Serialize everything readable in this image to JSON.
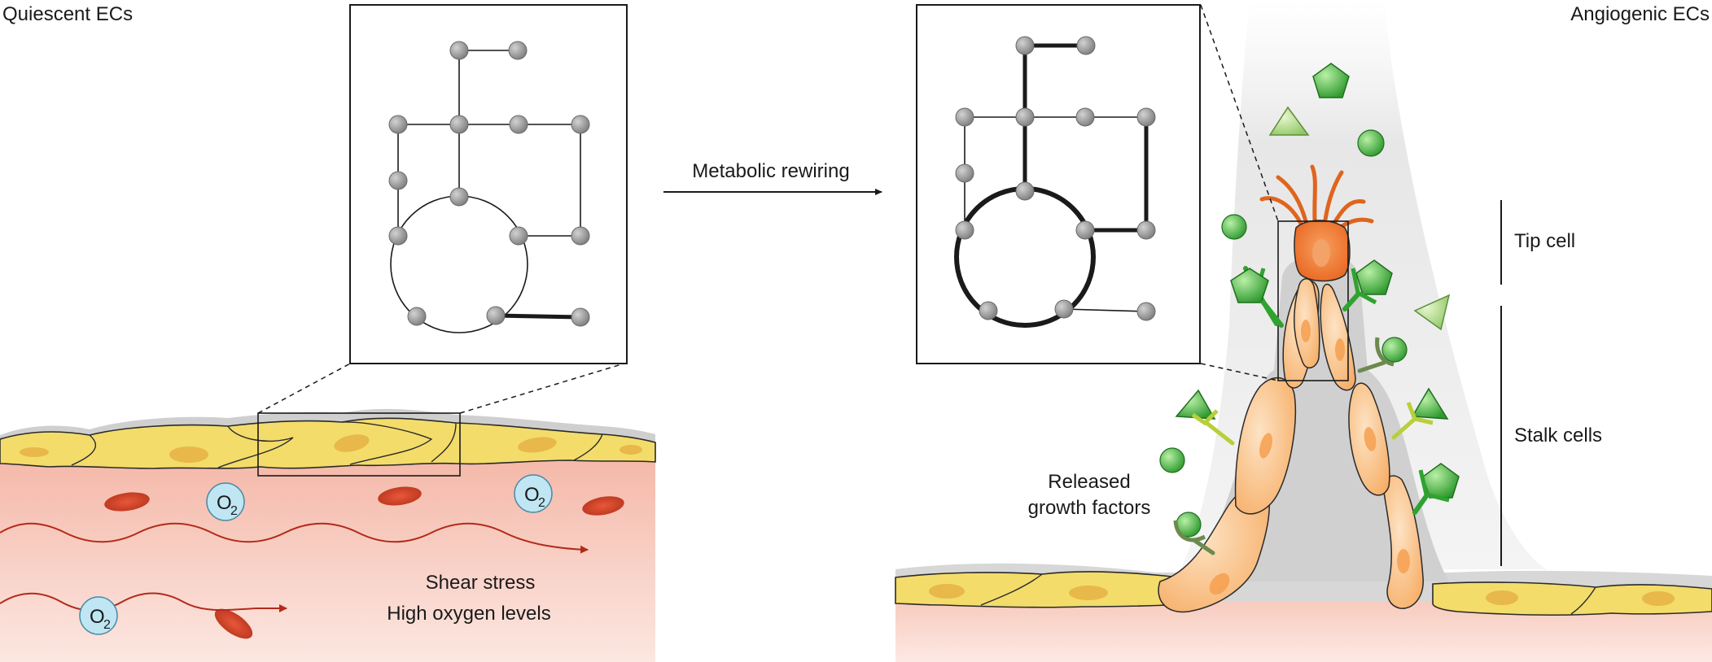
{
  "labels": {
    "quiescent": "Quiescent ECs",
    "angiogenic": "Angiogenic ECs",
    "rewiring": "Metabolic rewiring",
    "tip_cell": "Tip cell",
    "stalk_cells": "Stalk cells",
    "released_line1": "Released",
    "released_line2": "growth factors",
    "shear": "Shear stress",
    "oxygen": "High oxygen levels",
    "o2_main": "O",
    "o2_sub": "2"
  },
  "colors": {
    "tissue": "#f7d3c9",
    "lumen_top": "#f4b8a8",
    "endothelium": "#f3dc6a",
    "tip_cell": "#ef7d32",
    "stalk_cell": "#f8c58c",
    "red_blood_cell": "#d64a2e",
    "oxygen_bubble": "#bfe6f2",
    "growth_factor": "#3fae3f",
    "network_node": "#8f8f8f"
  }
}
